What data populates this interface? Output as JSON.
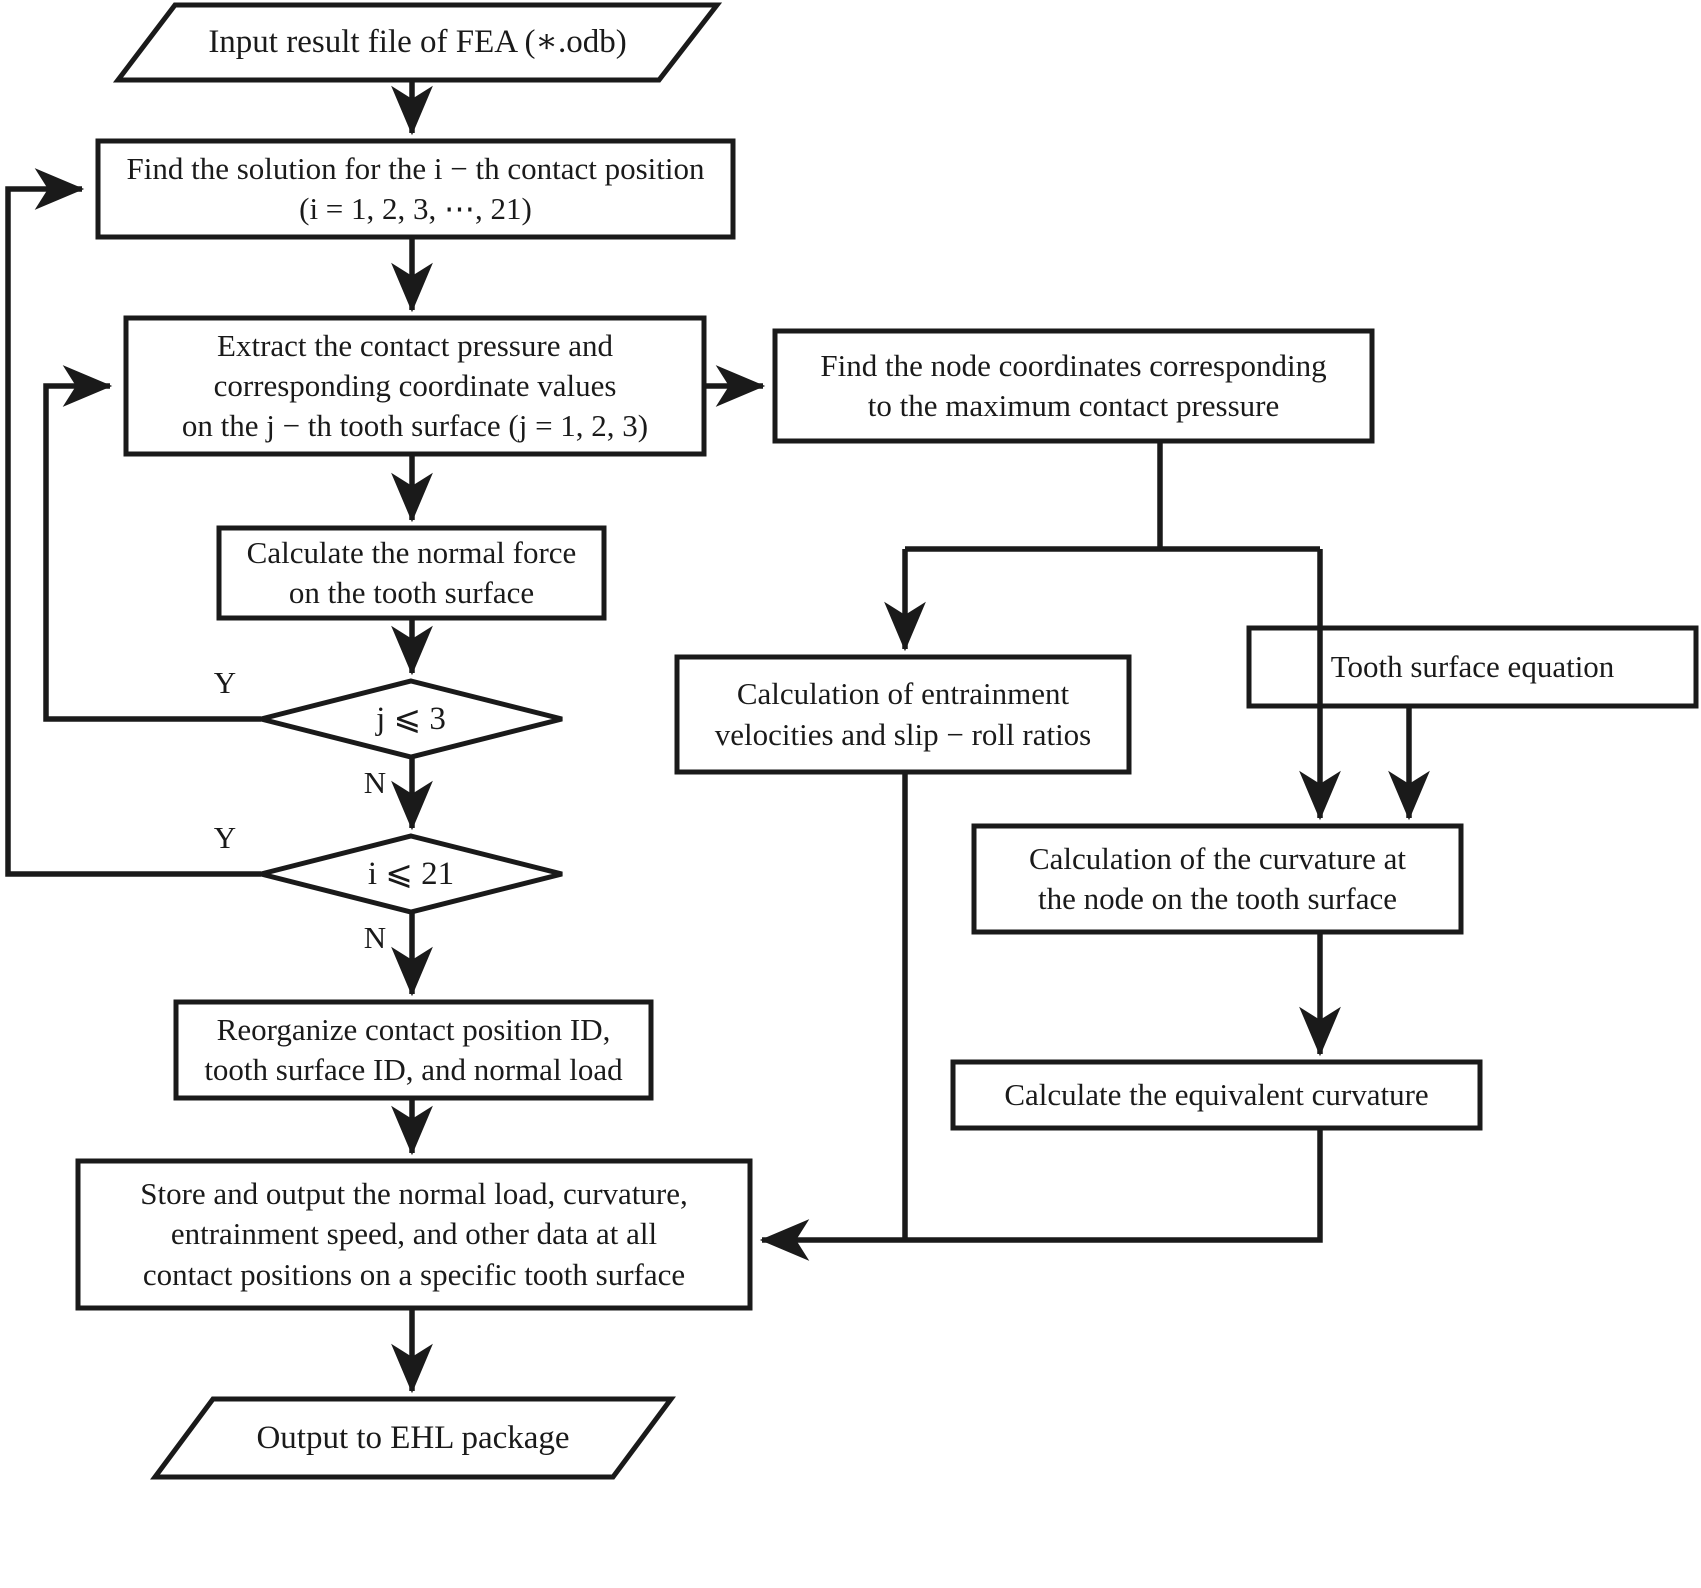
{
  "diagram": {
    "title": "FEA-to-EHL data preparation flowchart",
    "stroke_color": "#1a1a1a",
    "fill_color": "#ffffff",
    "background": "#ffffff"
  },
  "nodes": {
    "input_file": {
      "shape": "parallelogram",
      "lines": [
        "Input result file of FEA (∗.odb)"
      ]
    },
    "find_solution": {
      "shape": "rectangle",
      "lines": [
        "Find the solution for the i − th contact position",
        "(i = 1, 2, 3, ⋯, 21)"
      ]
    },
    "extract_pressure": {
      "shape": "rectangle",
      "lines": [
        "Extract the contact pressure and",
        "corresponding coordinate values",
        "on the j − th tooth surface (j = 1, 2, 3)"
      ]
    },
    "calc_normal_force": {
      "shape": "rectangle",
      "lines": [
        "Calculate the normal force",
        "on the tooth surface"
      ]
    },
    "decision_j": {
      "shape": "diamond",
      "lines": [
        "j ⩽ 3"
      ]
    },
    "decision_i": {
      "shape": "diamond",
      "lines": [
        "i ⩽ 21"
      ]
    },
    "reorganize": {
      "shape": "rectangle",
      "lines": [
        "Reorganize contact position ID,",
        "tooth surface ID, and normal load"
      ]
    },
    "store_output": {
      "shape": "rectangle",
      "lines": [
        "Store and output the normal load, curvature,",
        "entrainment speed, and other data at all",
        "contact positions on a specific tooth surface"
      ]
    },
    "output_ehl": {
      "shape": "parallelogram",
      "lines": [
        "Output to EHL package"
      ]
    },
    "find_node_coords": {
      "shape": "rectangle",
      "lines": [
        "Find the node coordinates corresponding",
        "to the maximum contact pressure"
      ]
    },
    "calc_entrainment": {
      "shape": "rectangle",
      "lines": [
        "Calculation of entrainment",
        "velocities and slip − roll ratios"
      ]
    },
    "tooth_surface_equation": {
      "shape": "rectangle",
      "lines": [
        "Tooth surface equation"
      ]
    },
    "calc_curvature_node": {
      "shape": "rectangle",
      "lines": [
        "Calculation of the curvature at",
        "the node on the tooth surface"
      ]
    },
    "calc_equivalent_curvature": {
      "shape": "rectangle",
      "lines": [
        "Calculate the equivalent curvature"
      ]
    }
  },
  "edge_labels": {
    "j_yes": "Y",
    "j_no": "N",
    "i_yes": "Y",
    "i_no": "N"
  }
}
